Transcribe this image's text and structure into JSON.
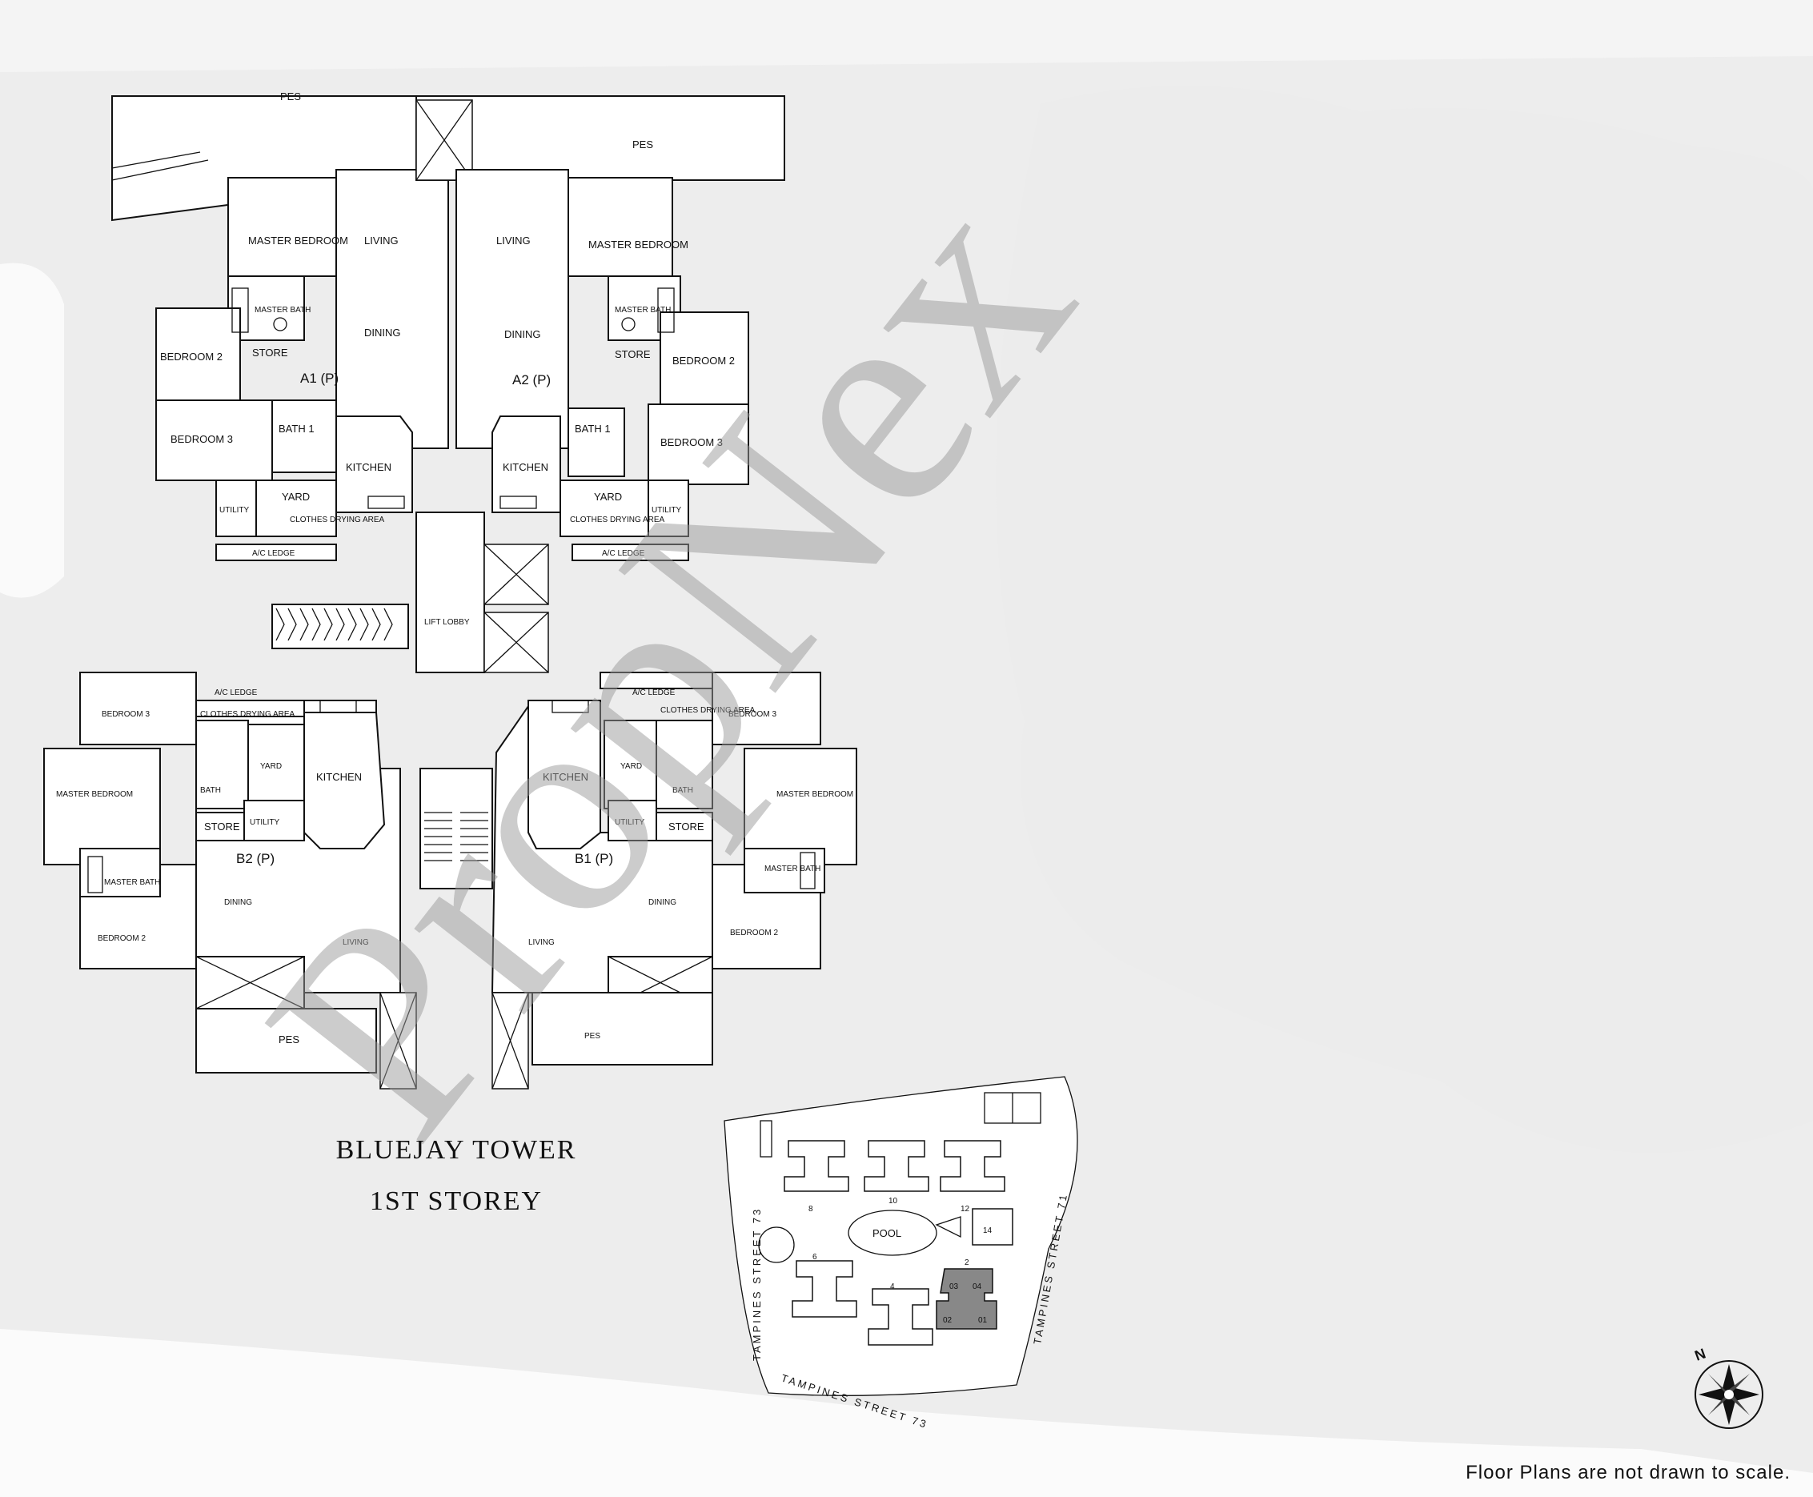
{
  "document": {
    "title_line1": "BLUEJAY TOWER",
    "title_line2": "1ST STOREY",
    "disclaimer": "Floor Plans are not drawn to scale.",
    "watermark": "PropNex",
    "compass_label": "N"
  },
  "units": {
    "a1": {
      "name": "A1 (P)",
      "rooms": [
        "MASTER BEDROOM",
        "LIVING",
        "DINING",
        "MASTER BATH",
        "STORE",
        "BEDROOM 2",
        "BEDROOM 3",
        "BATH 1",
        "KITCHEN",
        "UTILITY",
        "YARD",
        "CLOTHES DRYING AREA",
        "A/C LEDGE",
        "PES"
      ]
    },
    "a2": {
      "name": "A2 (P)",
      "rooms": [
        "LIVING",
        "MASTER BEDROOM",
        "DINING",
        "MASTER BATH",
        "STORE",
        "BEDROOM 2",
        "BEDROOM 3",
        "BATH 1",
        "KITCHEN",
        "YARD",
        "UTILITY",
        "CLOTHES DRYING AREA",
        "A/C LEDGE",
        "PES"
      ]
    },
    "b1": {
      "name": "B1 (P)",
      "rooms": [
        "A/C LEDGE",
        "CLOTHES DRYING AREA",
        "BEDROOM 3",
        "KITCHEN",
        "YARD",
        "MASTER BEDROOM",
        "BATH",
        "UTILITY",
        "STORE",
        "MASTER BATH",
        "DINING",
        "LIVING",
        "BEDROOM 2",
        "PES"
      ]
    },
    "b2": {
      "name": "B2 (P)",
      "rooms": [
        "BEDROOM 3",
        "A/C LEDGE",
        "CLOTHES DRYING AREA",
        "MASTER BEDROOM",
        "YARD",
        "KITCHEN",
        "BATH",
        "STORE",
        "UTILITY",
        "MASTER BATH",
        "DINING",
        "LIVING",
        "BEDROOM 2",
        "PES"
      ]
    }
  },
  "core": {
    "lift_lobby": "LIFT LOBBY"
  },
  "site_plan": {
    "streets": [
      "TAMPINES STREET 73",
      "TAMPINES STREET 73",
      "TAMPINES STREET 71"
    ],
    "pool": "POOL",
    "block_numbers": [
      "8",
      "10",
      "12",
      "14",
      "6",
      "4",
      "2"
    ],
    "highlight_units": [
      "03",
      "04",
      "02",
      "01"
    ]
  }
}
